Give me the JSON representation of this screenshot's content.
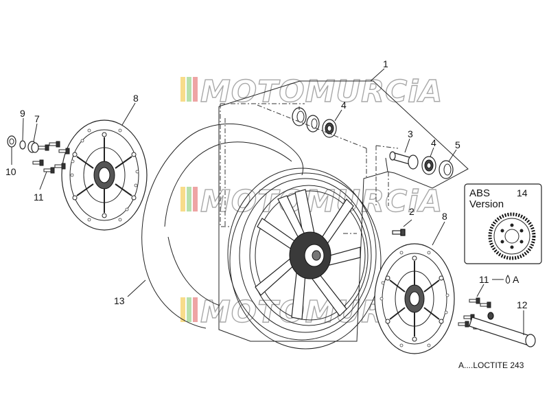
{
  "diagram": {
    "callouts": {
      "c1": "1",
      "c2": "2",
      "c3": "3",
      "c4a": "4",
      "c4b": "4",
      "c5": "5",
      "c7": "7",
      "c8a": "8",
      "c8b": "8",
      "c9": "9",
      "c10": "10",
      "c11a": "11",
      "c11b": "11",
      "c12": "12",
      "c13": "13",
      "c14": "14"
    },
    "abs_box": {
      "line1": "ABS",
      "line2": "Version"
    },
    "loctite_marker": "A",
    "footnote": "A....LOCTITE 243",
    "watermark": "MOTOMURCiA"
  }
}
